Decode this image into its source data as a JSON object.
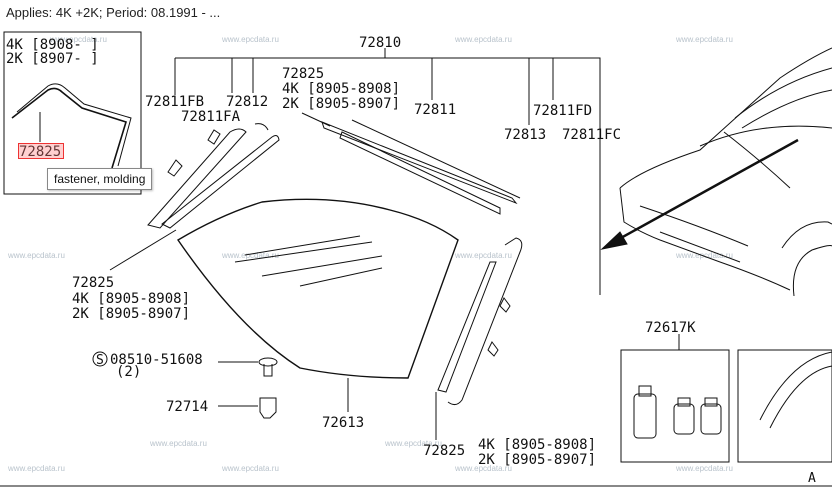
{
  "header": {
    "applies": "Applies: 4K +2K; Period: 08.1991 - ..."
  },
  "inset": {
    "line1": "4K [8908-  ]",
    "line2": "2K [8907-  ]",
    "part": "72825",
    "tooltip": "fastener, molding"
  },
  "parts": {
    "p72810": "72810",
    "p72825_top": "72825",
    "p72825_top_4k": "4K [8905-8908]",
    "p72825_top_2k": "2K [8905-8907]",
    "p72811FB": "72811FB",
    "p72812": "72812",
    "p72811FA": "72811FA",
    "p72811": "72811",
    "p72813": "72813",
    "p72811FD": "72811FD",
    "p72811FC": "72811FC",
    "p72825_left": "72825",
    "p72825_left_4k": "4K [8905-8908]",
    "p72825_left_2k": "2K [8905-8907]",
    "screw_code": "08510-51608",
    "screw_qty": "(2)",
    "p72714": "72714",
    "p72613": "72613",
    "p72825_bottom": "72825",
    "p72825_bottom_4k": "4K [8905-8908]",
    "p72825_bottom_2k": "2K [8905-8907]",
    "p72617K": "72617K",
    "truncated": "A"
  },
  "watermark": "www.epcdata.ru"
}
